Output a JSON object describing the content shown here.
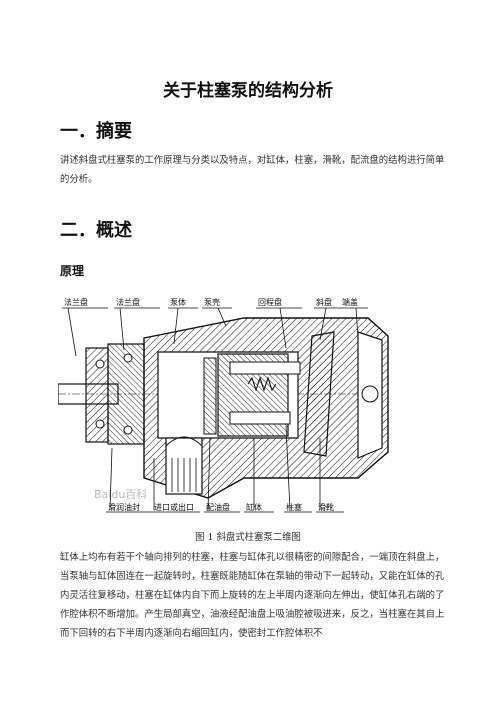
{
  "doc": {
    "title": "关于柱塞泵的结构分析",
    "section1": {
      "heading": "一．摘要",
      "text": "讲述斜盘式柱塞泵的工作原理与分类以及特点，对缸体，柱塞，滑靴，配流盘的结构进行简单的分析。"
    },
    "section2": {
      "heading": "二．概述",
      "subheading": "原理"
    },
    "figure": {
      "caption": "图 1  斜盘式柱塞泵二维图",
      "top_labels": [
        "法兰盘",
        "法兰盘",
        "泵体",
        "泵壳",
        "回程盘",
        "斜盘",
        "端盖"
      ],
      "bottom_labels": [
        "滑润油封",
        "进口或出口",
        "配油盘",
        "缸体",
        "柱塞",
        "滑靴"
      ],
      "watermark": "Baidu百科"
    },
    "body_text": "缸体上均布有若干个轴向排列的柱塞，柱塞与缸体孔以很精密的间隙配合，一端顶在斜盘上，当泵轴与缸体固连在一起旋转时，柱塞既能随缸体在泵轴的带动下一起转动，又能在缸体的孔内灵活往复移动，柱塞在缸体内自下而上旋转的左上半周内逐渐向左伸出，使缸体孔右端的了作腔体积不断增加。产生局部真空，油液经配油盘上吸油腔被吸进来，反之，当柱塞在其自上而下回转的右下半周内逐渐向右缩回缸内，使密封工作腔体积不"
  }
}
